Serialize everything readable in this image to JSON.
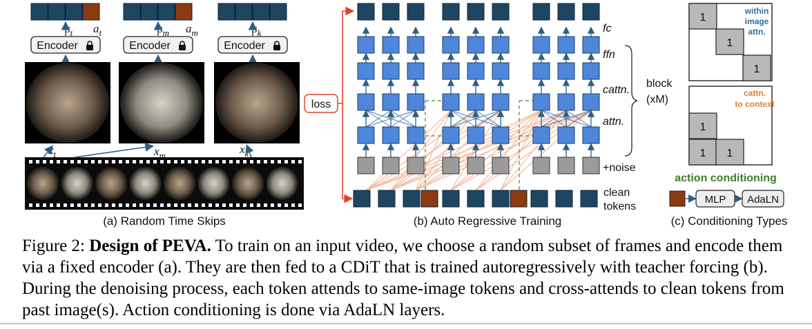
{
  "panel_a": {
    "encoder_label": "Encoder",
    "states": [
      "s",
      "s",
      "s"
    ],
    "state_subs": [
      "t",
      "m",
      "k"
    ],
    "actions": [
      "a",
      "a"
    ],
    "action_subs": [
      "t",
      "m"
    ],
    "frames": [
      "x",
      "x",
      "x"
    ],
    "frame_subs": [
      "t",
      "m",
      "k"
    ],
    "caption": "(a) Random Time Skips"
  },
  "panel_b": {
    "layer_labels": [
      "fc",
      "ffn",
      "cattn.",
      "attn.",
      "+noise"
    ],
    "clean_tokens": [
      "clean",
      "tokens"
    ],
    "loss": "loss",
    "block": [
      "block",
      "(xM)"
    ],
    "caption": "(b) Auto Regressive Training"
  },
  "panel_c": {
    "within": [
      "within",
      "image",
      "attn."
    ],
    "cattn": [
      "cattn.",
      "to context"
    ],
    "cell_value": "1",
    "action_conditioning": "action conditioning",
    "mlp": "MLP",
    "adaln": "AdaLN",
    "caption": "(c) Conditioning Types"
  },
  "caption": {
    "prefix": "Figure 2: ",
    "title": "Design of PEVA.",
    "body": " To train on an input video, we choose a random subset of frames and encode them via a fixed encoder (a). They are then fed to a CDiT that is trained autoregressively with teacher forcing (b). During the denoising process, each token attends to same-image tokens and cross-attends to clean tokens from past image(s). Action conditioning is done via AdaLN layers."
  },
  "colors": {
    "token_dark": "#1e4663",
    "action": "#8b3a12",
    "layer_blue": "#4e86db",
    "noise_gray": "#9b9b9b",
    "loss_red": "#e0432b",
    "green": "#3f7e2c",
    "within_blue": "#2f6e9a",
    "cattn_orange": "#d98233",
    "lock": "lock-icon"
  }
}
